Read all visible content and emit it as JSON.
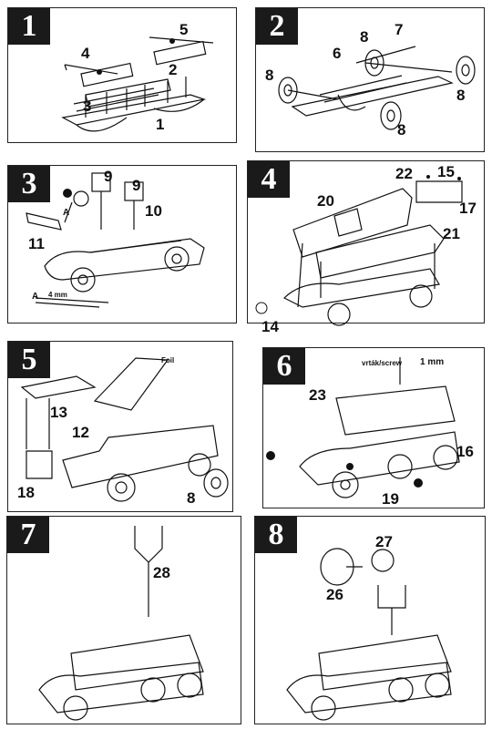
{
  "steps": [
    {
      "number": "1",
      "callouts": [
        "4",
        "5",
        "2",
        "3",
        "1"
      ]
    },
    {
      "number": "2",
      "callouts": [
        "7",
        "8",
        "6",
        "8",
        "8",
        "8"
      ]
    },
    {
      "number": "3",
      "callouts": [
        "9",
        "9",
        "10",
        "11"
      ],
      "labels": {
        "a": "A",
        "a2": "A",
        "mm": "4 mm"
      }
    },
    {
      "number": "4",
      "callouts": [
        "22",
        "15",
        "20",
        "17",
        "21",
        "14"
      ]
    },
    {
      "number": "5",
      "callouts": [
        "13",
        "12",
        "18",
        "8"
      ],
      "labels": {
        "foil": "Foil"
      }
    },
    {
      "number": "6",
      "callouts": [
        "23",
        "16",
        "19"
      ],
      "labels": {
        "drill": "vrták/screw",
        "diam": "1 mm"
      }
    },
    {
      "number": "7",
      "callouts": [
        "28"
      ]
    },
    {
      "number": "8",
      "callouts": [
        "27",
        "26"
      ]
    }
  ],
  "icons": [
    "step-badge",
    "part-markers"
  ],
  "colors": {
    "ink": "#111111",
    "badge_bg": "#1a1a1a",
    "badge_text": "#ffffff",
    "paper": "#ffffff"
  }
}
